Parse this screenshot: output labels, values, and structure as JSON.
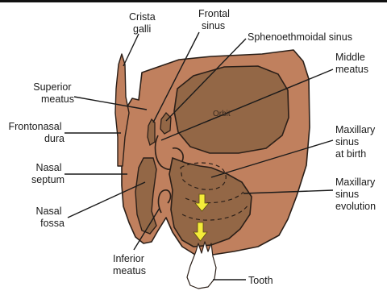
{
  "diagram": {
    "labels": {
      "crista_galli": [
        "Crista",
        "galli"
      ],
      "frontal_sinus": [
        "Frontal",
        "sinus"
      ],
      "sphenoethmoidal_sinus": [
        "Sphenoethmoidal sinus"
      ],
      "middle_meatus": [
        "Middle",
        "meatus"
      ],
      "superior_meatus": [
        "Superior",
        "meatus"
      ],
      "orbit": [
        "Orbit"
      ],
      "frontonasal_dura": [
        "Frontonasal",
        "dura"
      ],
      "maxillary_sinus_birth": [
        "Maxillary",
        "sinus",
        "at birth"
      ],
      "nasal_septum": [
        "Nasal",
        "septum"
      ],
      "maxillary_sinus_evolution": [
        "Maxillary",
        "sinus",
        "evolution"
      ],
      "nasal_fossa": [
        "Nasal",
        "fossa"
      ],
      "inferior_meatus": [
        "Inferior",
        "meatus"
      ],
      "tooth": [
        "Tooth"
      ]
    },
    "colors": {
      "skull": "#c0805e",
      "cavity": "#936746",
      "outline": "#2b1f18",
      "arrow": "#f4ec3a",
      "tooth": "#ffffff"
    }
  }
}
